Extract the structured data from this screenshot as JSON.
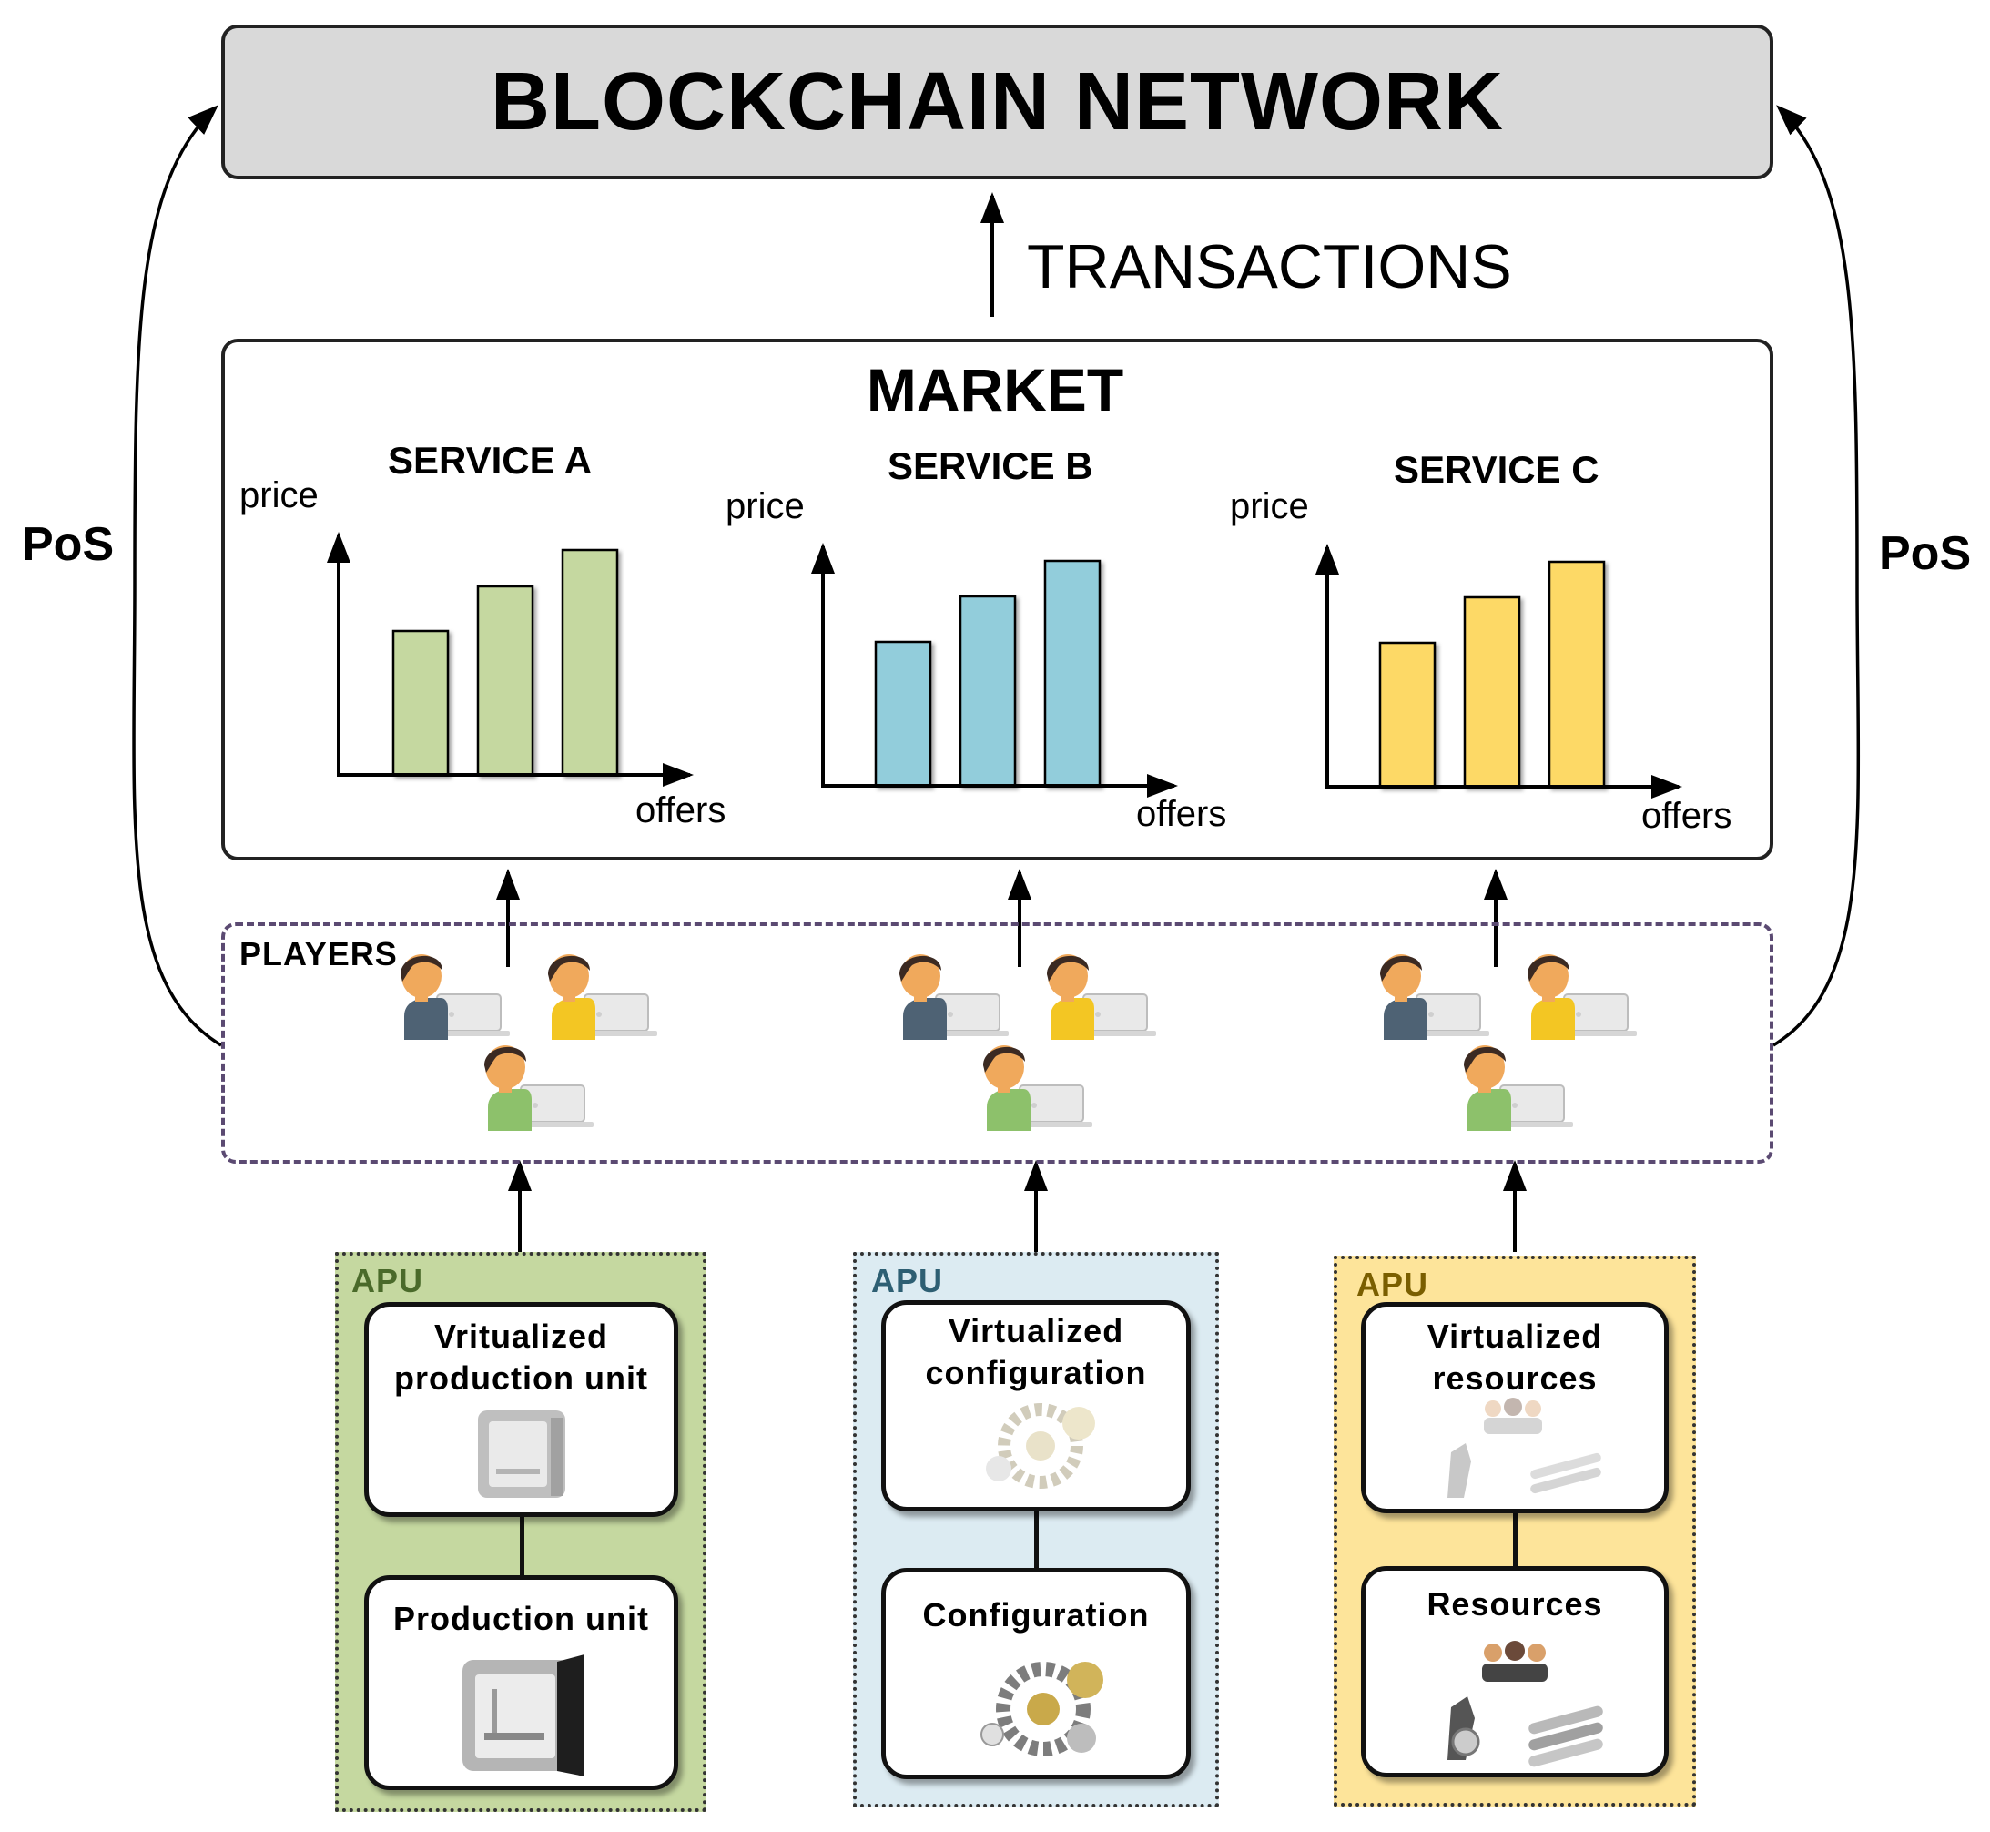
{
  "blockchain": {
    "title": "BLOCKCHAIN NETWORK"
  },
  "transactions_label": "TRANSACTIONS",
  "pos_left": "PoS",
  "pos_right": "PoS",
  "market": {
    "title": "MARKET",
    "services": [
      {
        "title": "SERVICE A",
        "ylabel": "price",
        "xlabel": "offers",
        "color": "#c5d8a0"
      },
      {
        "title": "SERVICE B",
        "ylabel": "price",
        "xlabel": "offers",
        "color": "#92cddb"
      },
      {
        "title": "SERVICE C",
        "ylabel": "price",
        "xlabel": "offers",
        "color": "#fdd966"
      }
    ]
  },
  "players": {
    "label": "PLAYERS"
  },
  "apus": [
    {
      "label": "APU",
      "label_color": "#4a6a2a",
      "bg": "#c5d8a0",
      "top_card": "Vritualized\nproduction unit",
      "bottom_card": "Production unit",
      "icon": "3d-printer-icon"
    },
    {
      "label": "APU",
      "label_color": "#2e5f73",
      "bg": "#dcebf2",
      "top_card": "Virtualized\nconfiguration",
      "bottom_card": "Configuration",
      "icon": "gears-icon"
    },
    {
      "label": "APU",
      "label_color": "#7a5e00",
      "bg": "#fde49a",
      "top_card": "Virtualized\nresources",
      "bottom_card": "Resources",
      "icon": "resources-icon"
    }
  ],
  "colors": {
    "player_blue": "#4e6274",
    "player_yellow": "#f3c623",
    "player_green": "#8dc16b",
    "skin": "#f0a95c",
    "hair": "#3b2a22"
  }
}
